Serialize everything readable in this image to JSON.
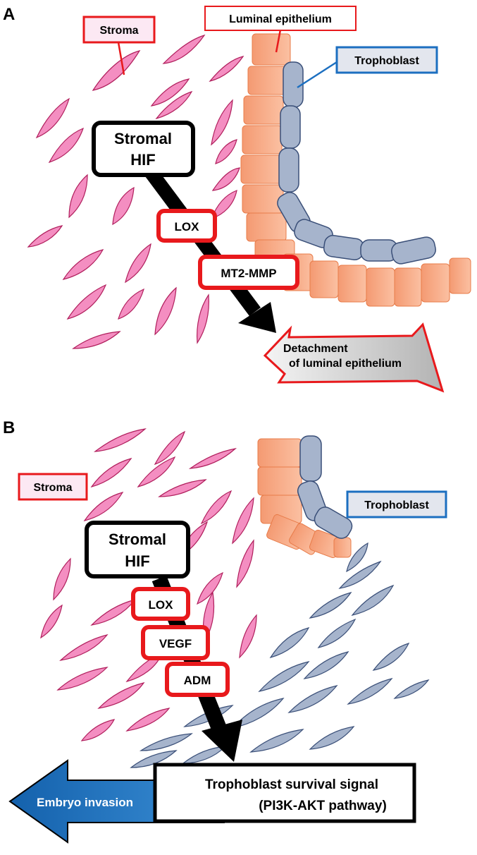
{
  "panel_a": {
    "letter": "A",
    "stroma_label": "Stroma",
    "luminal_label": "Luminal epithelium",
    "trophoblast_label": "Trophoblast",
    "hif_line1": "Stromal",
    "hif_line2": "HIF",
    "factors": [
      "LOX",
      "MT2-MMP"
    ],
    "outcome_line1": "Detachment",
    "outcome_line2": "of luminal epithelium"
  },
  "panel_b": {
    "letter": "B",
    "stroma_label": "Stroma",
    "trophoblast_label": "Trophoblast",
    "hif_line1": "Stromal",
    "hif_line2": "HIF",
    "factors": [
      "LOX",
      "VEGF",
      "ADM"
    ],
    "survival_line1": "Trophoblast survival signal",
    "survival_line2": "(PI3K-AKT pathway)",
    "invasion_label": "Embryo invasion"
  },
  "colors": {
    "stroma_fill": "#f48ec1",
    "stroma_stroke": "#b01e5c",
    "epithelium_fill": "#f7a67e",
    "trophoblast_fill": "#a6b4cc",
    "trophoblast_stroke": "#3a4f78",
    "red_box": "#e8191c",
    "blue_box": "#1c6fc0",
    "invasion_arrow": "#1668b4"
  }
}
